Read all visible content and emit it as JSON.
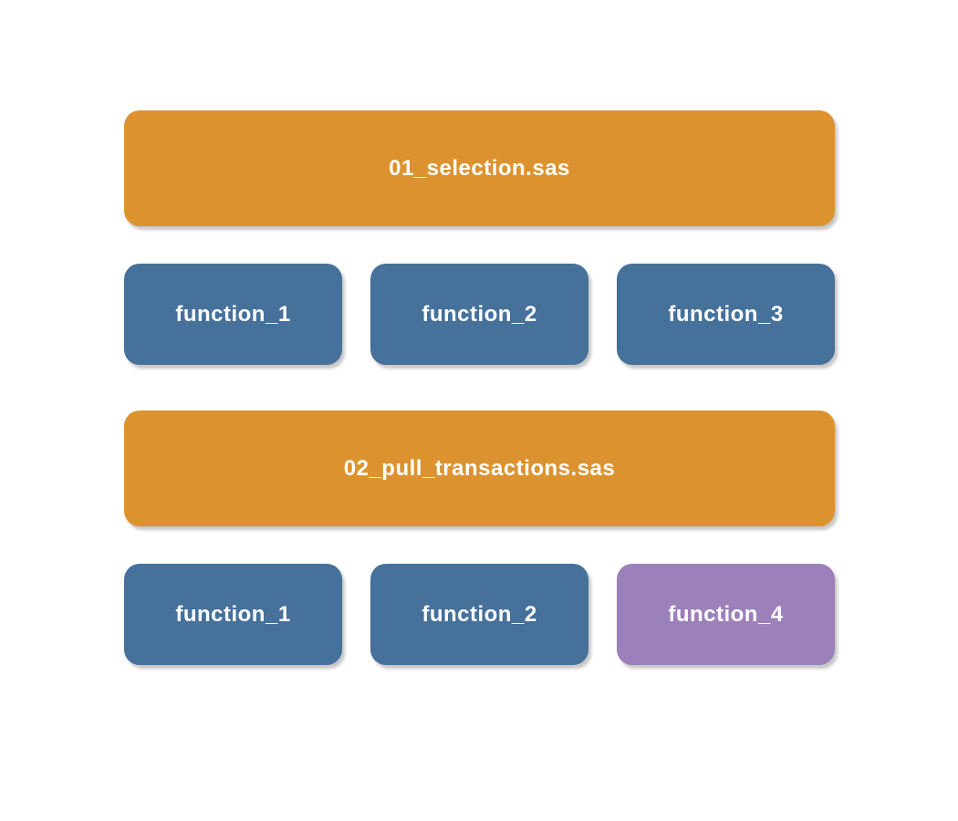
{
  "colors": {
    "script_bg": "#DC932F",
    "function_bg": "#45719B",
    "function_alt_bg": "#9C80B9",
    "label_text": "#FFFFFF",
    "page_bg": "#FFFFFF",
    "shadow": "#828282"
  },
  "diagram": {
    "groups": [
      {
        "script": {
          "label": "01_selection.sas"
        },
        "functions": [
          {
            "label": "function_1",
            "variant": "function"
          },
          {
            "label": "function_2",
            "variant": "function"
          },
          {
            "label": "function_3",
            "variant": "function"
          }
        ]
      },
      {
        "script": {
          "label": "02_pull_transactions.sas"
        },
        "functions": [
          {
            "label": "function_1",
            "variant": "function"
          },
          {
            "label": "function_2",
            "variant": "function"
          },
          {
            "label": "function_4",
            "variant": "function-alt"
          }
        ]
      }
    ]
  }
}
